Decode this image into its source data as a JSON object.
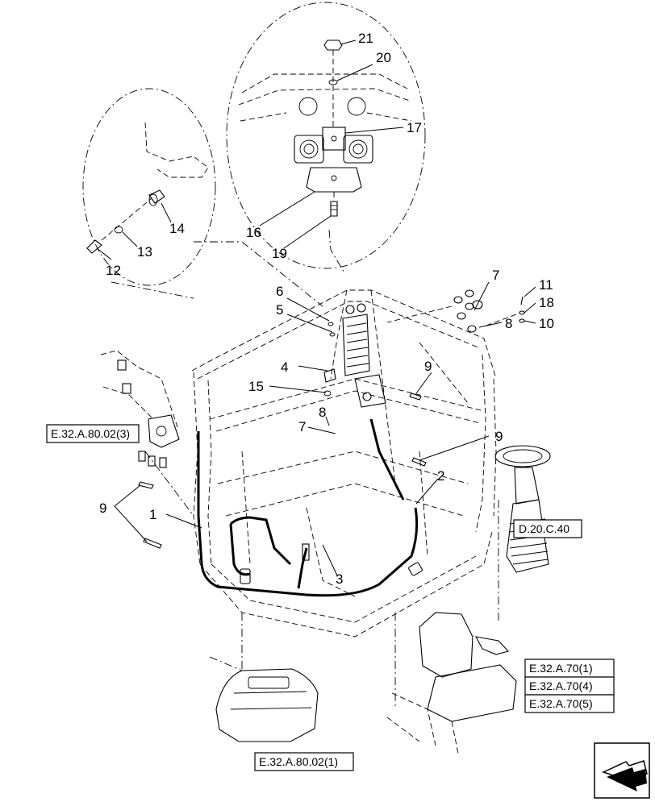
{
  "callouts": {
    "c1": "1",
    "c2": "2",
    "c3": "3",
    "c4": "4",
    "c5": "5",
    "c6": "6",
    "c7a": "7",
    "c7b": "7",
    "c8a": "8",
    "c8b": "8",
    "c9a": "9",
    "c9b": "9",
    "c9c": "9",
    "c10": "10",
    "c11": "11",
    "c12": "12",
    "c13": "13",
    "c14": "14",
    "c15": "15",
    "c16": "16",
    "c17": "17",
    "c18": "18",
    "c19": "19",
    "c20": "20",
    "c21": "21"
  },
  "references": {
    "ref_e32a8002_3": "E.32.A.80.02(3)",
    "ref_d20c40": "D.20.C.40",
    "ref_e32a70_1": "E.32.A.70(1)",
    "ref_e32a70_4": "E.32.A.70(4)",
    "ref_e32a70_5": "E.32.A.70(5)",
    "ref_e32a8002_1": "E.32.A.80.02(1)"
  },
  "icons": {
    "nav": "previous-page-arrow-icon"
  }
}
